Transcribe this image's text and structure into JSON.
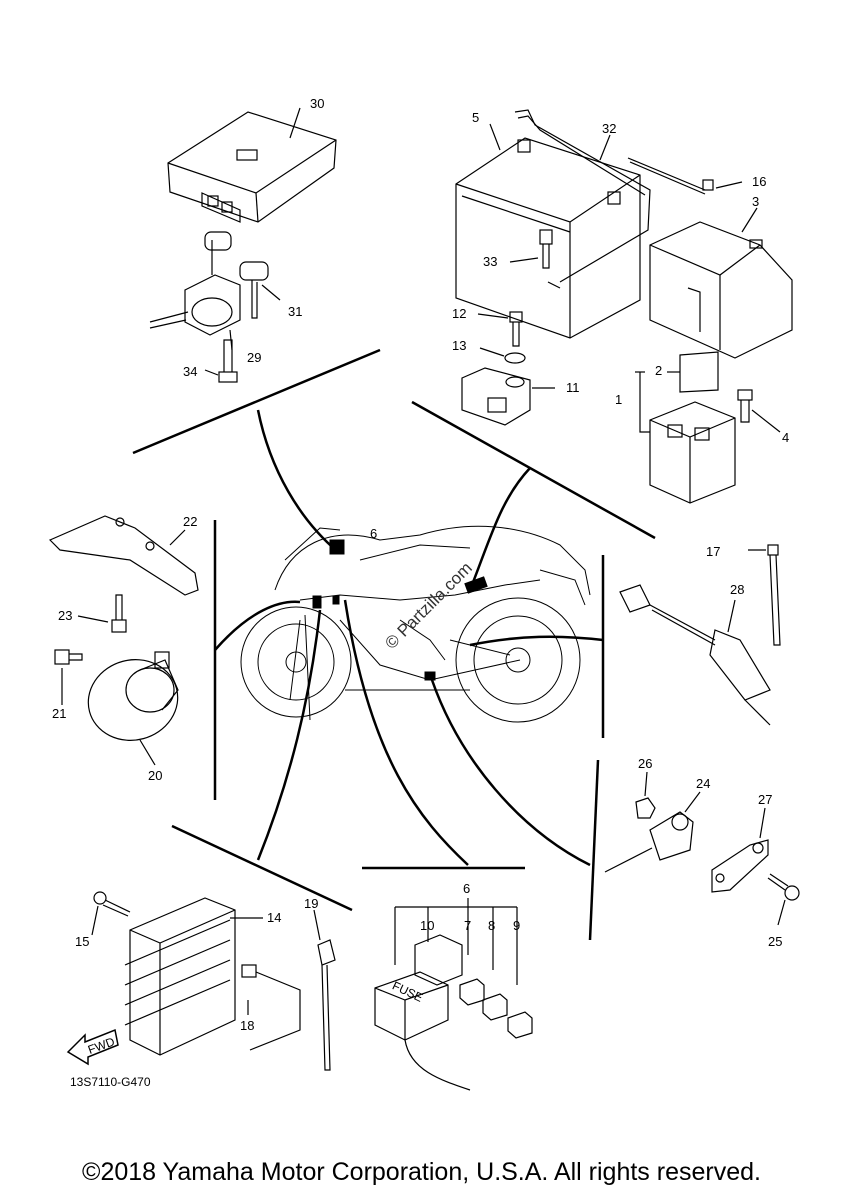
{
  "parts": [
    {
      "id": "30",
      "label": "30"
    },
    {
      "id": "5",
      "label": "5"
    },
    {
      "id": "32",
      "label": "32"
    },
    {
      "id": "16",
      "label": "16"
    },
    {
      "id": "3",
      "label": "3"
    },
    {
      "id": "33",
      "label": "33"
    },
    {
      "id": "31",
      "label": "31"
    },
    {
      "id": "29",
      "label": "29"
    },
    {
      "id": "34",
      "label": "34"
    },
    {
      "id": "12",
      "label": "12"
    },
    {
      "id": "13",
      "label": "13"
    },
    {
      "id": "11",
      "label": "11"
    },
    {
      "id": "2",
      "label": "2"
    },
    {
      "id": "1",
      "label": "1"
    },
    {
      "id": "4",
      "label": "4"
    },
    {
      "id": "22",
      "label": "22"
    },
    {
      "id": "6",
      "label": "6"
    },
    {
      "id": "17",
      "label": "17"
    },
    {
      "id": "28",
      "label": "28"
    },
    {
      "id": "23",
      "label": "23"
    },
    {
      "id": "21",
      "label": "21"
    },
    {
      "id": "20",
      "label": "20"
    },
    {
      "id": "26",
      "label": "26"
    },
    {
      "id": "24",
      "label": "24"
    },
    {
      "id": "27",
      "label": "27"
    },
    {
      "id": "25",
      "label": "25"
    },
    {
      "id": "19",
      "label": "19"
    },
    {
      "id": "14",
      "label": "14"
    },
    {
      "id": "15",
      "label": "15"
    },
    {
      "id": "18",
      "label": "18"
    },
    {
      "id": "6b",
      "label": "6"
    },
    {
      "id": "10",
      "label": "10"
    },
    {
      "id": "7",
      "label": "7"
    },
    {
      "id": "8",
      "label": "8"
    },
    {
      "id": "9",
      "label": "9"
    }
  ],
  "diagram_code": "13S7110-G470",
  "fwd_label": "FWD",
  "fuse_label": "FUSE",
  "watermark": "© Partzilla.com",
  "copyright": "©2018 Yamaha Motor Corporation, U.S.A. All rights reserved."
}
